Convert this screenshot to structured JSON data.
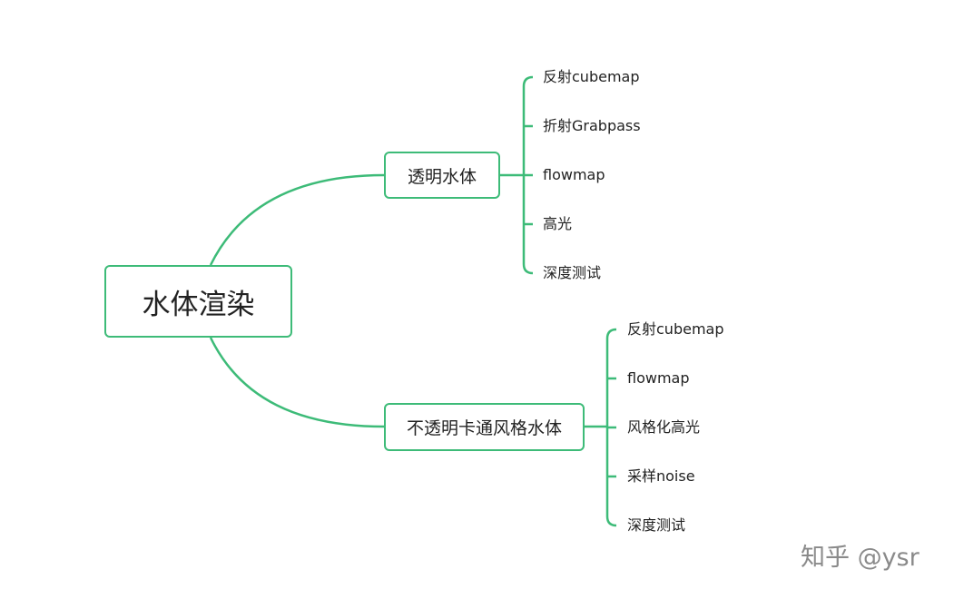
{
  "diagram": {
    "accent_color": "#3dbb78",
    "root": {
      "label": "水体渲染"
    },
    "branches": [
      {
        "label": "透明水体",
        "children": [
          "反射cubemap",
          "折射Grabpass",
          "flowmap",
          "高光",
          "深度测试"
        ]
      },
      {
        "label": "不透明卡通风格水体",
        "children": [
          "反射cubemap",
          "flowmap",
          "风格化高光",
          "采样noise",
          "深度测试"
        ]
      }
    ]
  },
  "watermark": {
    "text": "知乎 @ysr"
  }
}
